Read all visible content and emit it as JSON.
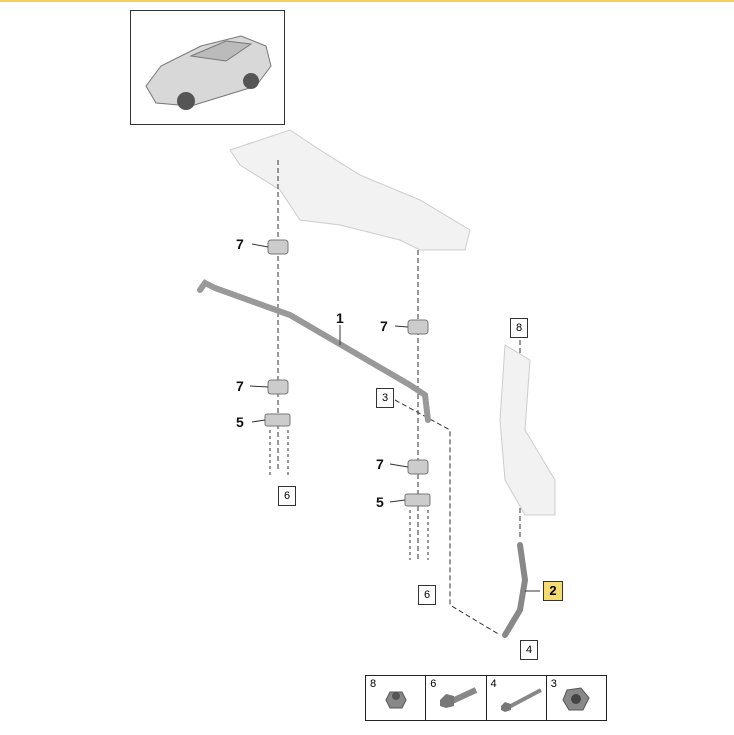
{
  "callouts": {
    "c7a": "7",
    "c7b": "7",
    "c7c": "7",
    "c7d": "7",
    "c1": "1",
    "c5a": "5",
    "c5b": "5"
  },
  "boxes": {
    "b3": "3",
    "b6a": "6",
    "b6b": "6",
    "b8": "8",
    "b2": "2",
    "b4": "4"
  },
  "legend": [
    {
      "number": "8",
      "icon": "flange-nut-icon"
    },
    {
      "number": "6",
      "icon": "bolt-icon"
    },
    {
      "number": "4",
      "icon": "long-bolt-icon"
    },
    {
      "number": "3",
      "icon": "hex-nut-icon"
    }
  ],
  "colors": {
    "highlight": "#f5dc6e",
    "accent_bar": "#f0d060"
  }
}
